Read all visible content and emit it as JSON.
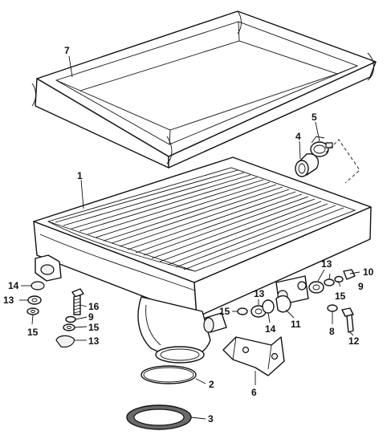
{
  "diagram": {
    "callouts": [
      {
        "id": "c7",
        "text": "7"
      },
      {
        "id": "c5",
        "text": "5"
      },
      {
        "id": "c4",
        "text": "4"
      },
      {
        "id": "c1",
        "text": "1"
      },
      {
        "id": "c13a",
        "text": "13"
      },
      {
        "id": "c10",
        "text": "10"
      },
      {
        "id": "c9a",
        "text": "9"
      },
      {
        "id": "c15a",
        "text": "15"
      },
      {
        "id": "c14a",
        "text": "14"
      },
      {
        "id": "c13b",
        "text": "13"
      },
      {
        "id": "c15b",
        "text": "15"
      },
      {
        "id": "c16",
        "text": "16"
      },
      {
        "id": "c9b",
        "text": "9"
      },
      {
        "id": "c15c",
        "text": "15"
      },
      {
        "id": "c13c",
        "text": "13"
      },
      {
        "id": "c15d",
        "text": "15"
      },
      {
        "id": "c13d",
        "text": "13"
      },
      {
        "id": "c14b",
        "text": "14"
      },
      {
        "id": "c11",
        "text": "11"
      },
      {
        "id": "c8",
        "text": "8"
      },
      {
        "id": "c12",
        "text": "12"
      },
      {
        "id": "c2",
        "text": "2"
      },
      {
        "id": "c6",
        "text": "6"
      },
      {
        "id": "c3",
        "text": "3"
      }
    ]
  }
}
